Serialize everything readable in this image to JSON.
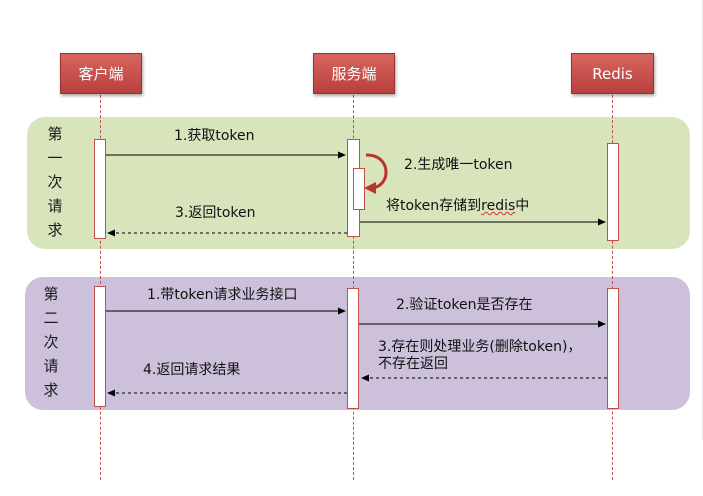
{
  "actors": {
    "client": "客户端",
    "server": "服务端",
    "redis": "Redis"
  },
  "groups": {
    "first": {
      "label_chars": [
        "第",
        "一",
        "次",
        "请",
        "求"
      ]
    },
    "second": {
      "label_chars": [
        "第",
        "二",
        "次",
        "请",
        "求"
      ]
    }
  },
  "messages": {
    "first": {
      "get_token": "1.获取token",
      "generate_token": "2.生成唯一token",
      "store_prefix": "将token存储到",
      "store_redis": "redis",
      "store_suffix": "中",
      "return_token": "3.返回token"
    },
    "second": {
      "request_with_token": "1.带token请求业务接口",
      "verify_token": "2.验证token是否存在",
      "process_line1": "3.存在则处理业务(删除token)，",
      "process_line2": "不存在返回",
      "return_result": "4.返回请求结果"
    }
  },
  "colors": {
    "actor_fill": "#c0504d",
    "first_group": "#d8e4bc",
    "second_group": "#ccc0da",
    "lifeline": "#c0504d"
  }
}
